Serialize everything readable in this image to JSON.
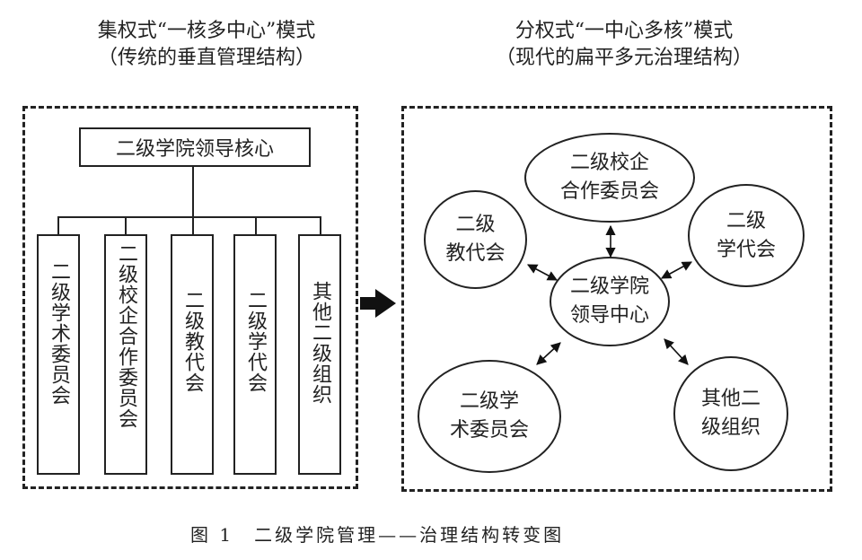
{
  "left": {
    "title_line1": "集权式“一核多中心”模式",
    "title_line2": "（传统的垂直管理结构）",
    "core": "二级学院领导核心",
    "columns": [
      "二级学术委员会",
      "二级校企合作委员会",
      "二级教代会",
      "二级学代会",
      "其他二级组织"
    ]
  },
  "right": {
    "title_line1": "分权式“一中心多核”模式",
    "title_line2": "（现代的扁平多元治理结构）",
    "center": "二级学院\n领导中心",
    "nodes": {
      "top": "二级校企\n合作委员会",
      "upper_left": "二级\n教代会",
      "upper_right": "二级\n学代会",
      "lower_left": "二级学\n术委员会",
      "lower_right": "其他二\n级组织"
    }
  },
  "caption": "图 1　二级学院管理——治理结构转变图",
  "icons": {
    "transition_arrow": "right-arrow-icon"
  }
}
